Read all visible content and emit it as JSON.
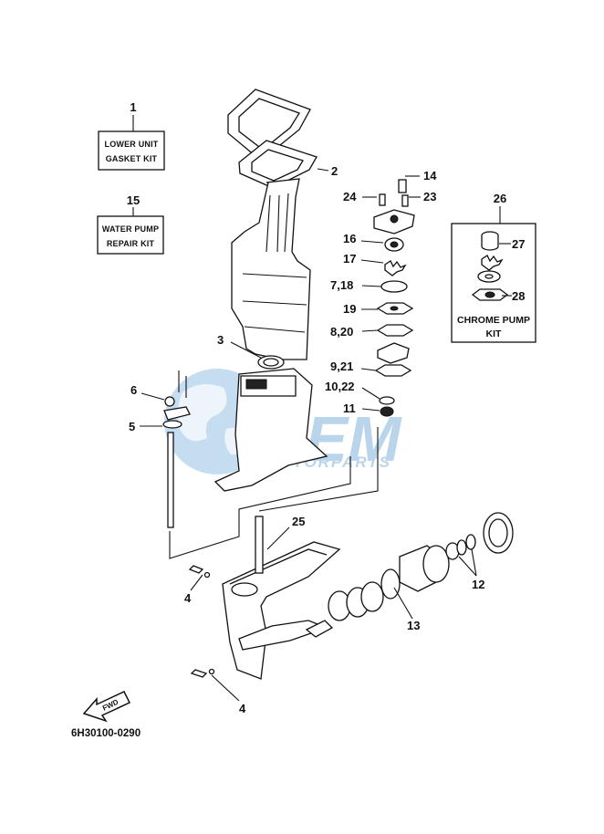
{
  "watermark": {
    "brand": "OEM",
    "sub": "MOTORPARTS"
  },
  "kits": {
    "lower_unit_gasket": {
      "line1": "LOWER UNIT",
      "line2": "GASKET KIT"
    },
    "water_pump_repair": {
      "line1": "WATER PUMP",
      "line2": "REPAIR KIT"
    },
    "chrome_pump": {
      "line1": "CHROME PUMP",
      "line2": "KIT"
    }
  },
  "callouts": {
    "c1": "1",
    "c2": "2",
    "c3": "3",
    "c4a": "4",
    "c4b": "4",
    "c5": "5",
    "c6": "6",
    "c11": "11",
    "c12": "12",
    "c13": "13",
    "c14": "14",
    "c15": "15",
    "c16": "16",
    "c17": "17",
    "c718": "7,18",
    "c19": "19",
    "c820": "8,20",
    "c921": "9,21",
    "c1022": "10,22",
    "c23": "23",
    "c24": "24",
    "c25": "25",
    "c26": "26",
    "c27": "27",
    "c28": "28"
  },
  "fwd_label": "FWD",
  "diagram_code": "6H30100-0290"
}
